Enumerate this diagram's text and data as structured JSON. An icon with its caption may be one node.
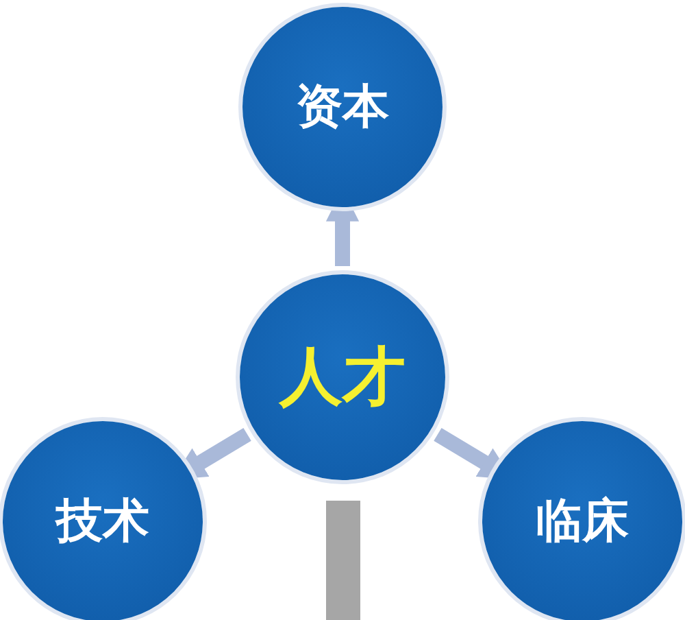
{
  "diagram": {
    "nodes": [
      {
        "text": [
          "资本"
        ]
      },
      {
        "text": [
          "人才"
        ]
      },
      {
        "text": [
          "技术"
        ]
      },
      {
        "text": [
          "临床"
        ]
      },
      {
        "text": [],
        "shape": "bar"
      }
    ],
    "edges": [
      {
        "from": 1,
        "to": 0,
        "arrow": "to"
      },
      {
        "from": 1,
        "to": 2,
        "arrow": "to"
      },
      {
        "from": 1,
        "to": 3,
        "arrow": "to"
      }
    ]
  }
}
